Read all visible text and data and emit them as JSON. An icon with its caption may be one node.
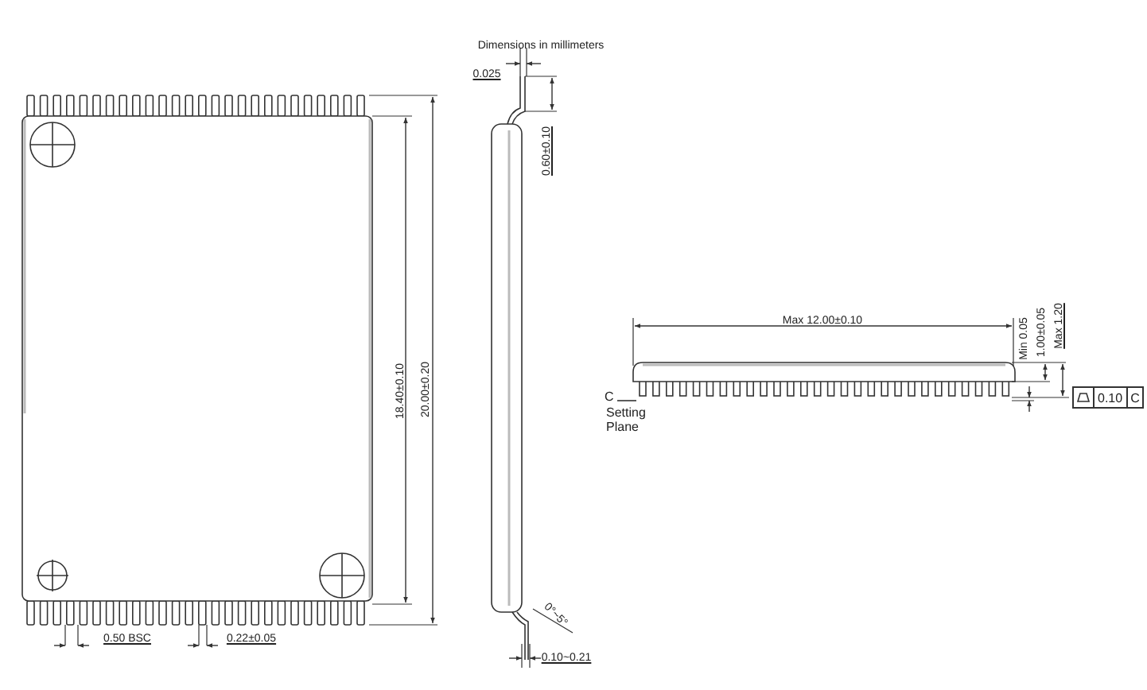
{
  "diagram": {
    "title": "Dimensions in millimeters",
    "labels": [
      "0.025",
      "0.60±0.10",
      "18.40±0.10",
      "20.00±0.20",
      "Max 12.00±0.10",
      "Min 0.05",
      "1.00±0.05",
      "Max 1.20",
      "C",
      "Setting Plane",
      "0.10",
      "C",
      "0°~5°",
      "0.50 BSC",
      "0.22±0.05",
      "0.10~0.21"
    ]
  }
}
